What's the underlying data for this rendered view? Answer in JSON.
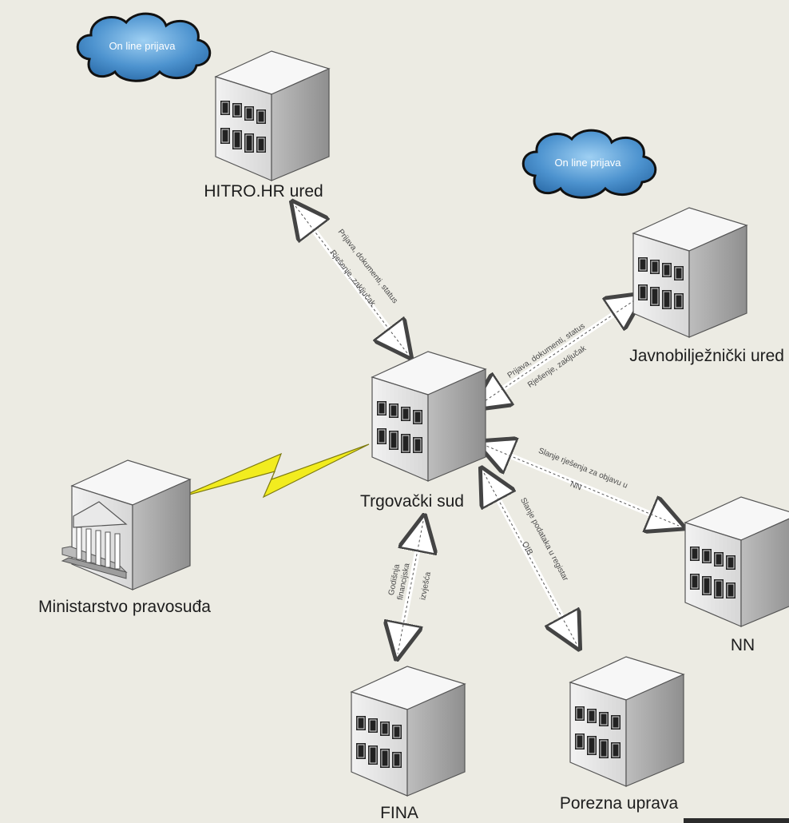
{
  "diagram": {
    "nodes": {
      "hitro": {
        "label": "HITRO.HR ured",
        "cloud": "On line prijava"
      },
      "javno": {
        "label": "Javnobilježnički ured",
        "cloud": "On line prijava"
      },
      "sud": {
        "label": "Trgovački sud"
      },
      "ministarstvo": {
        "label": "Ministarstvo pravosuđa"
      },
      "nn": {
        "label": "NN"
      },
      "fina": {
        "label": "FINA"
      },
      "porezna": {
        "label": "Porezna uprava"
      }
    },
    "edges": {
      "hitro_sud": {
        "line1": "Prijava, dokumenti, status",
        "line2": "Rješenje, zaključak"
      },
      "javno_sud": {
        "line1": "Prijava, dokumenti, status",
        "line2": "Rješenje, zaključak"
      },
      "sud_nn": {
        "line1": "Slanje rješenja za objavu u",
        "line2": "NN"
      },
      "sud_porezna": {
        "line1": "Slanje podataka u registar",
        "line2": "OIB"
      },
      "sud_fina": {
        "line1": "Godišnja",
        "line2": "financijska",
        "line3": "izvješća"
      }
    },
    "colors": {
      "background": "#ecebe3",
      "cloud": "#3f86c4",
      "lightning": "#f2ec1f",
      "building": "#d9d9d9"
    }
  }
}
